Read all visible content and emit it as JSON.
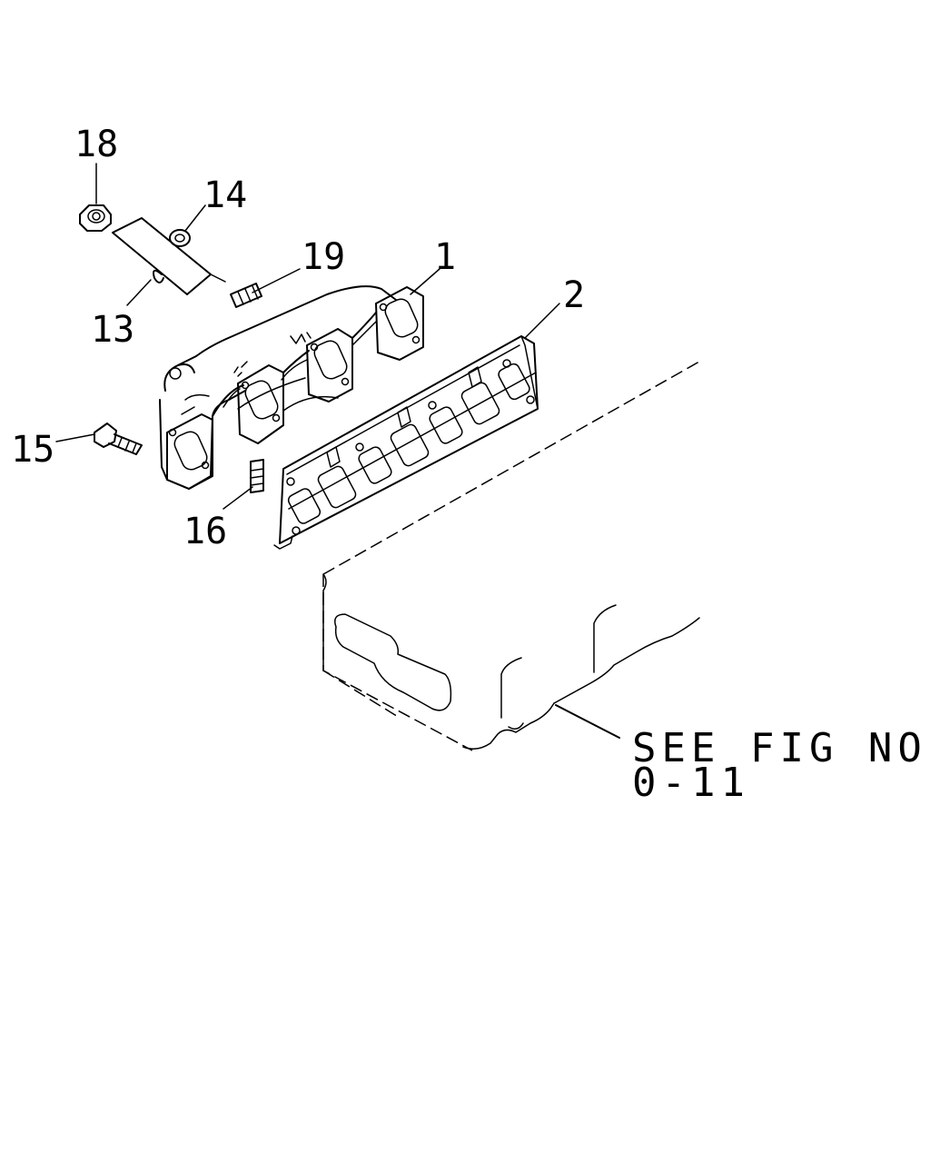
{
  "callouts": {
    "c1": "1",
    "c2": "2",
    "c13": "13",
    "c14": "14",
    "c15": "15",
    "c16": "16",
    "c18": "18",
    "c19": "19"
  },
  "note": {
    "line1": "SEE FIG NO.",
    "line2": "0-11"
  }
}
